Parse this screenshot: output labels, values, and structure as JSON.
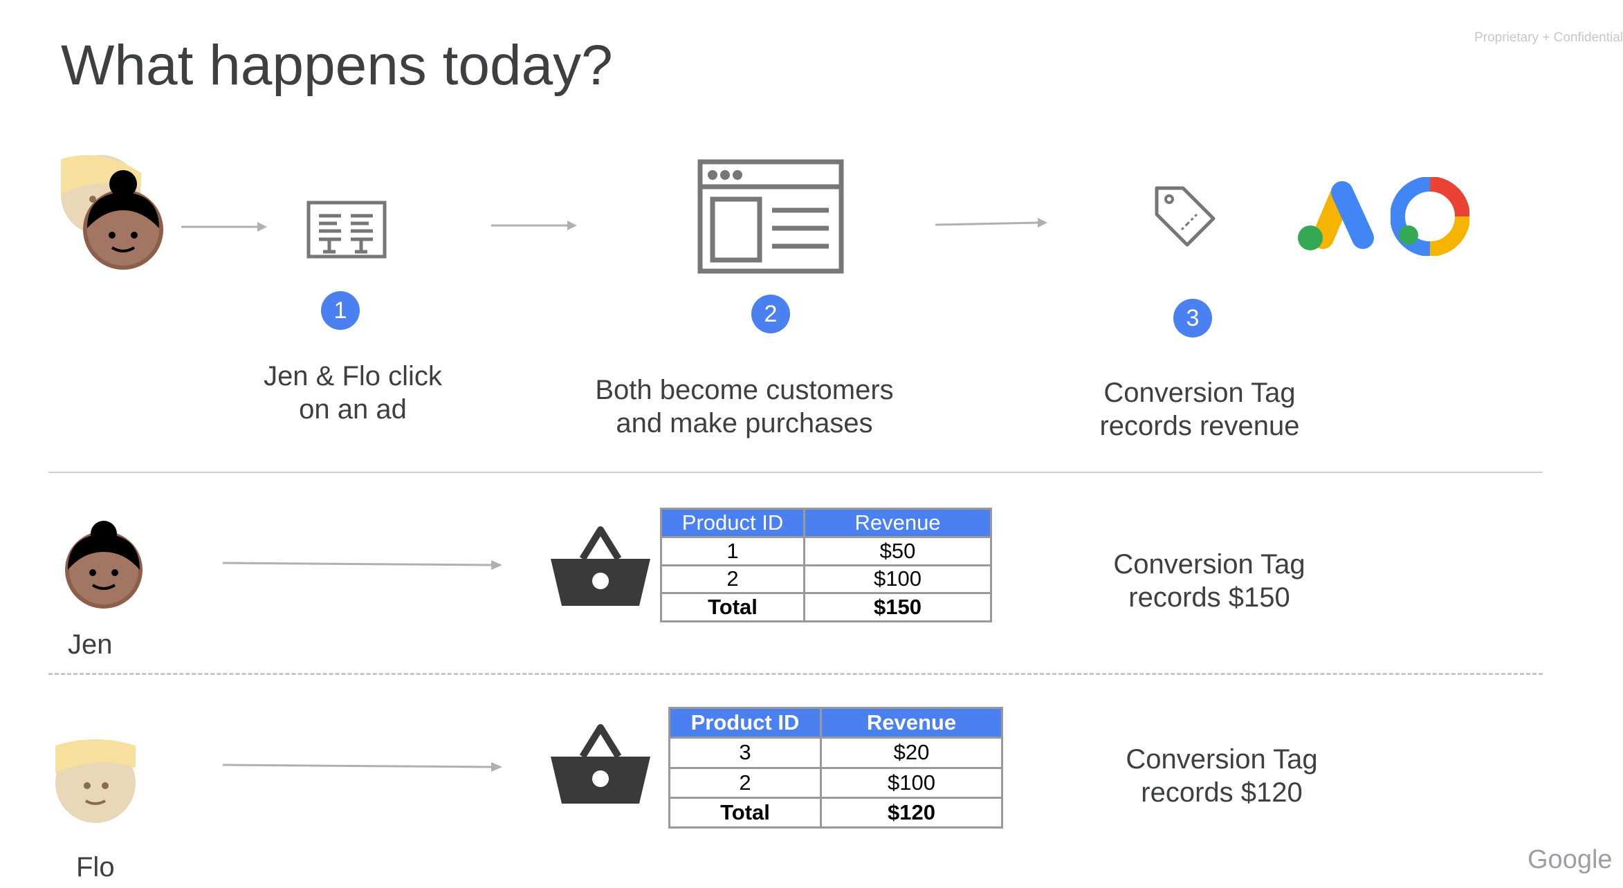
{
  "title": "What happens today?",
  "confidential": "Proprietary + Confidential",
  "footer_logo": "Google",
  "steps": [
    {
      "number": "1",
      "caption_line1": "Jen & Flo click",
      "caption_line2": "on an ad",
      "icon": "ad-icon"
    },
    {
      "number": "2",
      "caption_line1": "Both become customers",
      "caption_line2": "and make purchases",
      "icon": "website-icon"
    },
    {
      "number": "3",
      "caption_line1": "Conversion Tag",
      "caption_line2": "records revenue",
      "icon": "tag-icon"
    }
  ],
  "users": [
    {
      "name": "Jen",
      "table": {
        "headers": [
          "Product ID",
          "Revenue"
        ],
        "rows": [
          [
            "1",
            "$50"
          ],
          [
            "2",
            "$100"
          ]
        ],
        "total": [
          "Total",
          "$150"
        ]
      },
      "result_line1": "Conversion Tag",
      "result_line2": "records $150"
    },
    {
      "name": "Flo",
      "table": {
        "headers": [
          "Product ID",
          "Revenue"
        ],
        "rows": [
          [
            "3",
            "$20"
          ],
          [
            "2",
            "$100"
          ]
        ],
        "total": [
          "Total",
          "$120"
        ]
      },
      "result_line1": "Conversion Tag",
      "result_line2": "records $120"
    }
  ],
  "colors": {
    "accent_blue": "#4a80f0",
    "google_yellow": "#f4b400",
    "google_green": "#34a853",
    "google_red": "#ea4335",
    "icon_gray": "#777777"
  }
}
